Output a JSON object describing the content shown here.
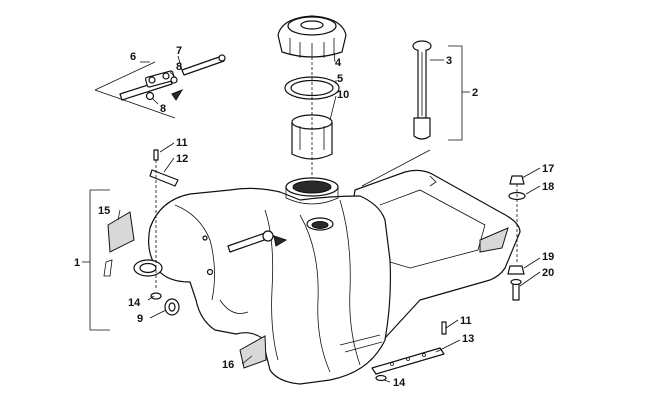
{
  "callouts": [
    {
      "id": "c1",
      "label": "1"
    },
    {
      "id": "c2",
      "label": "2"
    },
    {
      "id": "c3",
      "label": "3"
    },
    {
      "id": "c4",
      "label": "4"
    },
    {
      "id": "c5",
      "label": "5"
    },
    {
      "id": "c6",
      "label": "6"
    },
    {
      "id": "c7",
      "label": "7"
    },
    {
      "id": "c8a",
      "label": "8"
    },
    {
      "id": "c8b",
      "label": "8"
    },
    {
      "id": "c9",
      "label": "9"
    },
    {
      "id": "c10",
      "label": "10"
    },
    {
      "id": "c11a",
      "label": "11"
    },
    {
      "id": "c11b",
      "label": "11"
    },
    {
      "id": "c12",
      "label": "12"
    },
    {
      "id": "c13",
      "label": "13"
    },
    {
      "id": "c14a",
      "label": "14"
    },
    {
      "id": "c14b",
      "label": "14"
    },
    {
      "id": "c15",
      "label": "15"
    },
    {
      "id": "c16",
      "label": "16"
    },
    {
      "id": "c17",
      "label": "17"
    },
    {
      "id": "c18",
      "label": "18"
    },
    {
      "id": "c19",
      "label": "19"
    },
    {
      "id": "c20",
      "label": "20"
    }
  ]
}
